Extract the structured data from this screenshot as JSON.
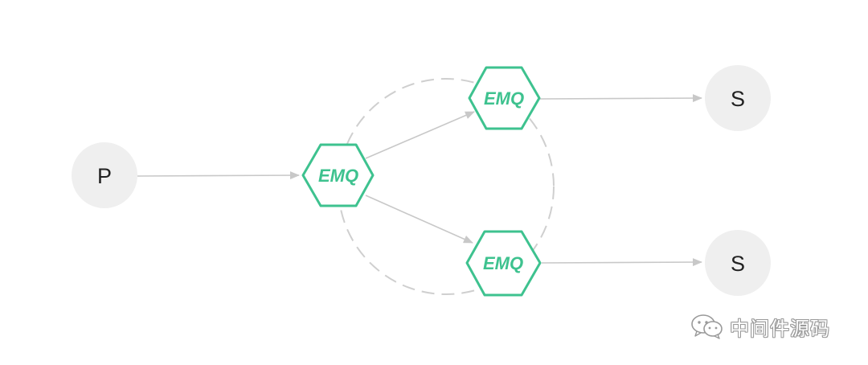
{
  "colors": {
    "node_fill": "#efefef",
    "emq_stroke": "#3ec28f",
    "emq_text": "#3ec28f",
    "arrow": "#c8c8c8",
    "ring": "#cfcfcf",
    "watermark": "#9a9a9a"
  },
  "nodes": {
    "producer": {
      "label": "P"
    },
    "subscriber_top": {
      "label": "S"
    },
    "subscriber_bottom": {
      "label": "S"
    }
  },
  "brokers": {
    "left": {
      "label": "EMQ"
    },
    "top": {
      "label": "EMQ"
    },
    "bottom": {
      "label": "EMQ"
    }
  },
  "watermark": {
    "icon": "wechat-icon",
    "text": "中间件源码"
  }
}
